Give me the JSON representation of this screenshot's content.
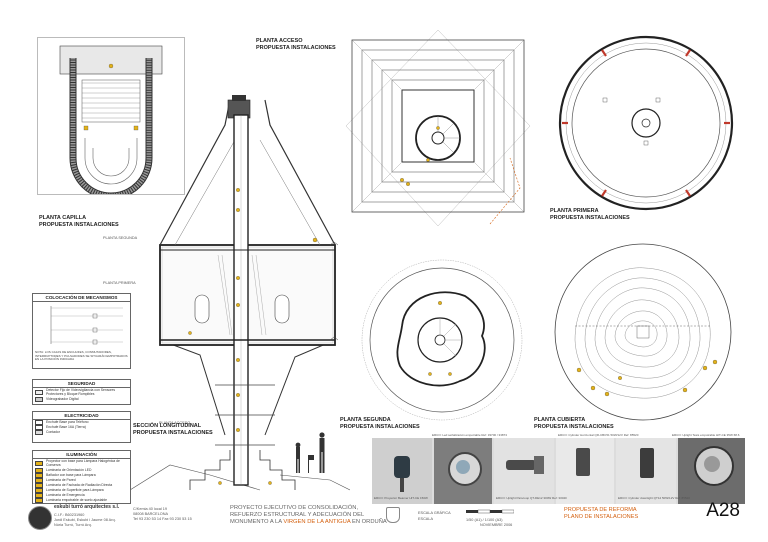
{
  "labels": {
    "planta_capilla": "PLANTA CAPILLA",
    "planta_capilla_sub": "PROPUESTA INSTALACIONES",
    "planta_acceso": "PLANTA ACCESO",
    "planta_acceso_sub": "PROPUESTA INSTALACIONES",
    "planta_primera": "PLANTA PRIMERA",
    "planta_primera_sub": "PROPUESTA INSTALACIONES",
    "planta_segunda": "PLANTA SEGUNDA",
    "planta_segunda_sub": "PROPUESTA INSTALACIONES",
    "planta_cubierta": "PLANTA CUBIERTA",
    "planta_cubierta_sub": "PROPUESTA INSTALACIONES",
    "seccion": "SECCIÓN LONGITUDINAL",
    "seccion_sub": "PROPUESTA INSTALACIONES",
    "level_segunda": "PLANTA SEGUNDA",
    "level_primera": "PLANTA PRIMERA",
    "level_acceso": "PLANTA ACCESO"
  },
  "legend": {
    "mecanismos_title": "COLOCACIÓN DE MECANISMOS",
    "mecanismos_note": "NOTA: LOS CAJAS DE ENCHUFES, CONMUTADORES, INTERRUPTORES Y PULSADORES SE SITUARÁN EMPOTRADOS EN LA POSICIÓN INDICADA",
    "seguridad_title": "SEGURIDAD",
    "seguridad_items": [
      "Detector Fijo de Videovigilancia con Sensores Protectores y Bloque Rompibles",
      "Videograbador Digital"
    ],
    "electricidad_title": "ELECTRICIDAD",
    "electricidad_items": [
      "Enchufe Base para Teléfono",
      "Enchufe Base 16A (Tierra)",
      "Contador"
    ],
    "iluminacion_title": "ILUMINACIÓN",
    "iluminacion_items": [
      "Proyector con base para Lámpara Halogénica de Conserva",
      "Luminaria de Orientación LED",
      "Bañador con base para Lámpara",
      "Luminaria de Pared",
      "Luminaria de Fachada de Radiación Directa",
      "Luminaria de Superficie para Lámpara",
      "Luminaria de Emergencia",
      "Luminaria empotrable de suelo ajustable"
    ]
  },
  "products": [
    "ERCO: Led señalización empotrable Ref: 33700 / 33873",
    "ERCO: Cylinder Horizontal QR-CBC51 50W/12V Ref: 85520",
    "ERCO: Uplight Tesis empotrable HIT-CE 35W 68.6",
    "ERCO: Proyector Beamer HIT-CE 150W",
    "ERCO: Uplight Parscoop QT-DE12 300W Ref: 33040",
    "ERCO: Cylinder downlight QT12 50W/12V Ref: 85520"
  ],
  "title_block": {
    "firm": "eskubi turró arquitectes s.l.",
    "firm_lines": [
      "C.I.F.: B60231960",
      "Jordi Eskubi, Eskubi i Jaume 08 Arq.",
      "Núria Turró, Turró Arq."
    ],
    "address": [
      "C/Kemia 40 local 19",
      "08008 BARCELONA",
      "Tel 93 230 53 14 Fax 93 230 53 15"
    ],
    "project": [
      "PROYECTO EJECUTIVO DE CONSOLIDACIÓN,",
      "REFUERZO ESTRUCTURAL Y ADECUACIÓN DEL",
      "MONUMENTO A LA VIRGEN DE LA ANTIGUA EN ORDUÑA"
    ],
    "project_highlight": "VIRGEN DE LA ANTIGUA",
    "scale_label": "ESCALA GRÁFICA",
    "scale_sub": "ESCALA",
    "scale_value": "1/50 (A1) / 1/100 (A3)",
    "date": "NOVIEMBRE 2006",
    "sheet_title_1": "PROPUESTA DE REFORMA",
    "sheet_title_2": "PLANO DE INSTALACIONES",
    "sheet_number": "A28"
  },
  "colors": {
    "accent": "#d4600f",
    "fixture": "#e3b21a",
    "line": "#333333"
  }
}
